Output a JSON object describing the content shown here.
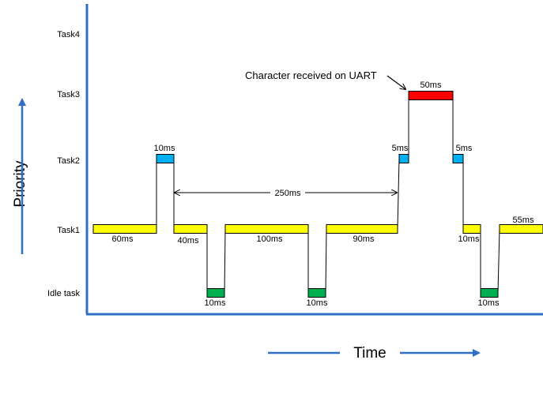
{
  "tasks": [
    "Task4",
    "Task3",
    "Task2",
    "Task1",
    "Idle task"
  ],
  "axis": {
    "y_title": "Priority",
    "x_title": "Time"
  },
  "annotations": {
    "uart_event": "Character received on UART",
    "interval": "250ms"
  },
  "colors": {
    "axis": "#2f6ec4",
    "Task1": "#ffff00",
    "Task2": "#00b0f0",
    "Task3": "#ff0000",
    "Idle task": "#00b050",
    "trace": "#000000"
  },
  "segments": [
    {
      "task": "Task1",
      "label": "60ms"
    },
    {
      "task": "Task2",
      "label": "10ms"
    },
    {
      "task": "Task1",
      "label": "40ms"
    },
    {
      "task": "Idle task",
      "label": "10ms"
    },
    {
      "task": "Task1",
      "label": "100ms"
    },
    {
      "task": "Idle task",
      "label": "10ms"
    },
    {
      "task": "Task1",
      "label": "90ms"
    },
    {
      "task": "Task2",
      "label": "5ms"
    },
    {
      "task": "Task3",
      "label": "50ms"
    },
    {
      "task": "Task2",
      "label": "5ms"
    },
    {
      "task": "Task1",
      "label": "10ms"
    },
    {
      "task": "Idle task",
      "label": "10ms"
    },
    {
      "task": "Task1",
      "label": "55ms"
    }
  ]
}
